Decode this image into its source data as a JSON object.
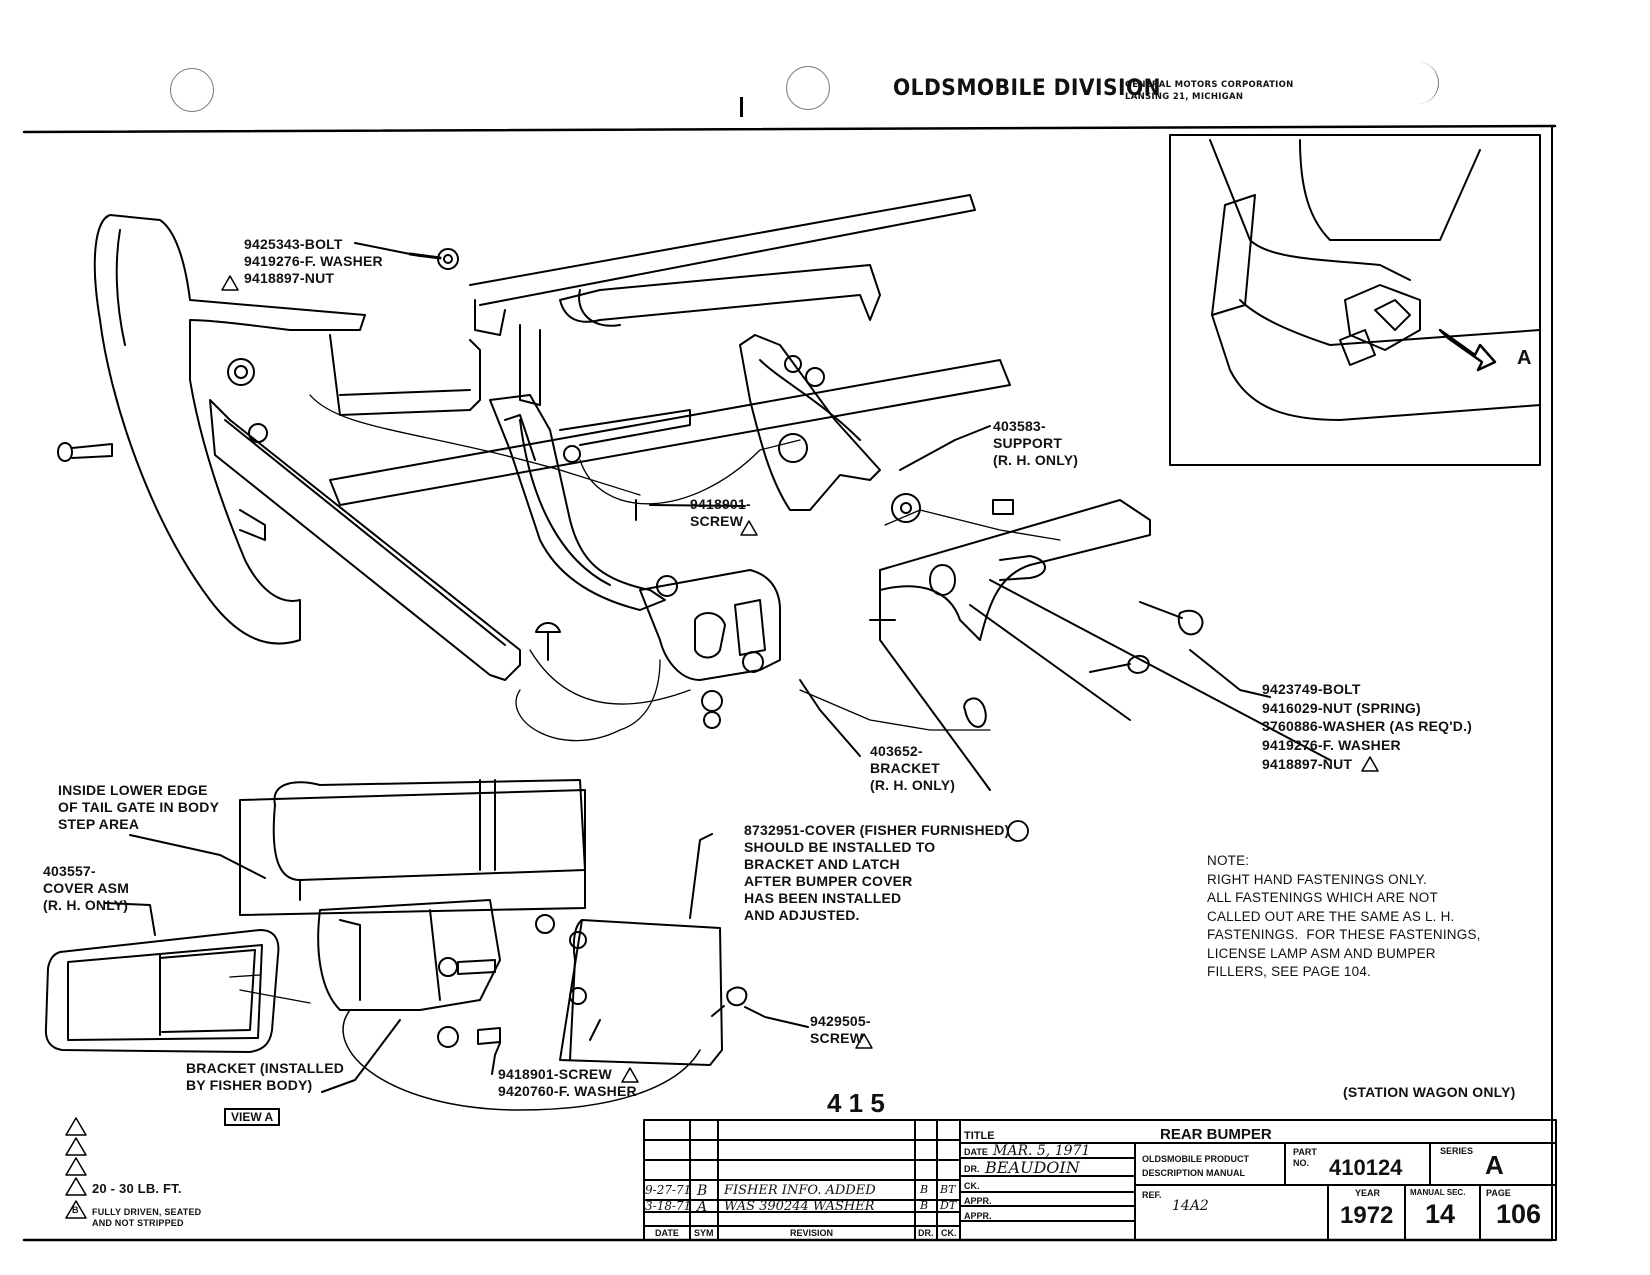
{
  "header": {
    "division": "OLDSMOBILE DIVISION",
    "corp": "GENERAL MOTORS CORPORATION",
    "city": "LANSING 21, MICHIGAN"
  },
  "callouts": {
    "bolt_top": "9425343-BOLT",
    "washer_top": "9419276-F. WASHER",
    "nut_top": "9418897-NUT",
    "support": "403583-\nSUPPORT\n(R. H. ONLY)",
    "screw_mid": "9418901-\nSCREW",
    "bracket": "403652-\nBRACKET\n(R. H. ONLY)",
    "bolt_right": "9423749-BOLT",
    "nut_spring": "9416029-NUT (SPRING)",
    "washer_asreq": "3760886-WASHER (AS REQ'D.)",
    "washer_right": "9419276-F. WASHER",
    "nut_right": "9418897-NUT",
    "inside_edge": "INSIDE LOWER EDGE\nOF TAIL GATE IN BODY\nSTEP AREA",
    "cover_asm": "403557-\nCOVER ASM\n(R. H. ONLY)",
    "fisher_cover": "8732951-COVER (FISHER FURNISHED)\nSHOULD BE INSTALLED TO\nBRACKET AND LATCH\nAFTER BUMPER COVER\nHAS BEEN INSTALLED\nAND ADJUSTED.",
    "screw_right": "9429505-\nSCREW",
    "bracket_fisher": "BRACKET (INSTALLED\nBY FISHER BODY)",
    "screw_bottom": "9418901-SCREW",
    "washer_bottom": "9420760-F. WASHER",
    "view_a_label": "VIEW A",
    "inset_arrow": "A",
    "note": "NOTE:\nRIGHT HAND FASTENINGS ONLY.\nALL FASTENINGS WHICH ARE NOT\nCALLED OUT ARE THE SAME AS L. H.\nFASTENINGS.  FOR THESE FASTENINGS,\nLICENSE LAMP ASM AND BUMPER\nFILLERS, SEE PAGE 104.",
    "station_wagon": "(STATION WAGON ONLY)",
    "page_stamp": "4 1 5"
  },
  "legend": {
    "torque": "20 - 30 LB. FT.",
    "b_note": "FULLY DRIVEN, SEATED\nAND NOT STRIPPED",
    "b_letter": "B"
  },
  "title_block": {
    "title_label": "TITLE",
    "title": "REAR BUMPER",
    "part_label": "PART\nNO.",
    "part_no": "410124",
    "series_label": "SERIES",
    "series": "A",
    "manual_name": "OLDSMOBILE PRODUCT\nDESCRIPTION MANUAL",
    "ref_label": "REF.",
    "ref": "14A2",
    "year_label": "YEAR",
    "year": "1972",
    "sec_label": "MANUAL SEC.",
    "sec": "14",
    "page_label": "PAGE",
    "page": "106",
    "date_label": "DATE",
    "date_value": "MAR. 5, 1971",
    "dr_label": "DR.",
    "dr_value": "BEAUDOIN",
    "ck_label": "CK.",
    "appr_label": "APPR.",
    "appr2_label": "APPR.",
    "rev_headers": [
      "DATE",
      "SYM",
      "REVISION",
      "DR.",
      "CK."
    ],
    "revisions": [
      {
        "date": "9-27-71",
        "sym": "B",
        "text": "FISHER INFO. ADDED",
        "dr": "B",
        "ck": "BT"
      },
      {
        "date": "3-18-71",
        "sym": "A",
        "text": "WAS 390244 WASHER",
        "dr": "B",
        "ck": "DT"
      }
    ]
  }
}
